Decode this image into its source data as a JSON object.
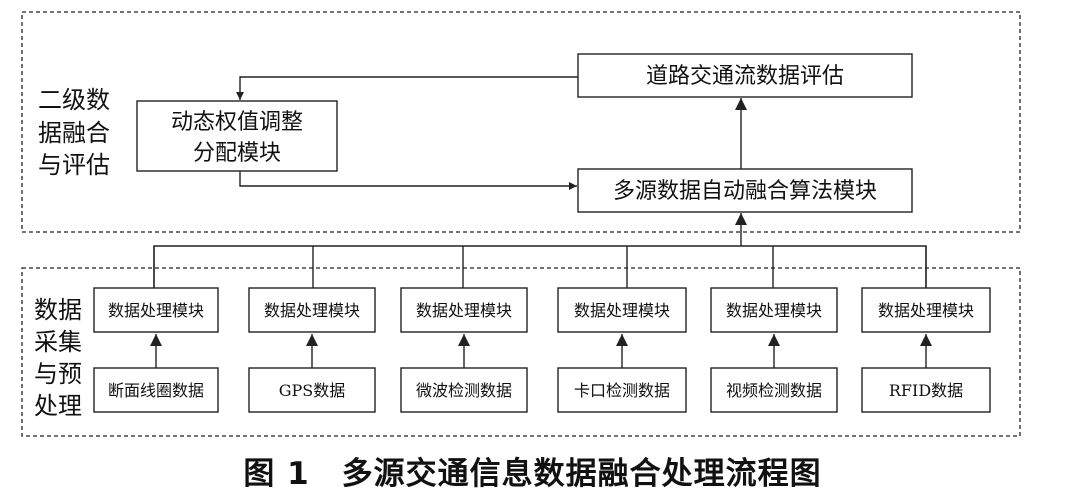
{
  "level2": {
    "side_label_lines": [
      "二级数",
      "据融合",
      "与评估"
    ],
    "eval_box": "道路交通流数据评估",
    "weight_box_lines": [
      "动态权值调整",
      "分配模块"
    ],
    "fusion_box": "多源数据自动融合算法模块"
  },
  "level1": {
    "side_label_lines": [
      "数据",
      "采集",
      "与预",
      "处理"
    ],
    "process_label": "数据处理模块",
    "sources": [
      "断面线圈数据",
      "GPS数据",
      "微波检测数据",
      "卡口检测数据",
      "视频检测数据",
      "RFID数据"
    ]
  },
  "caption": "图 1　多源交通信息数据融合处理流程图"
}
